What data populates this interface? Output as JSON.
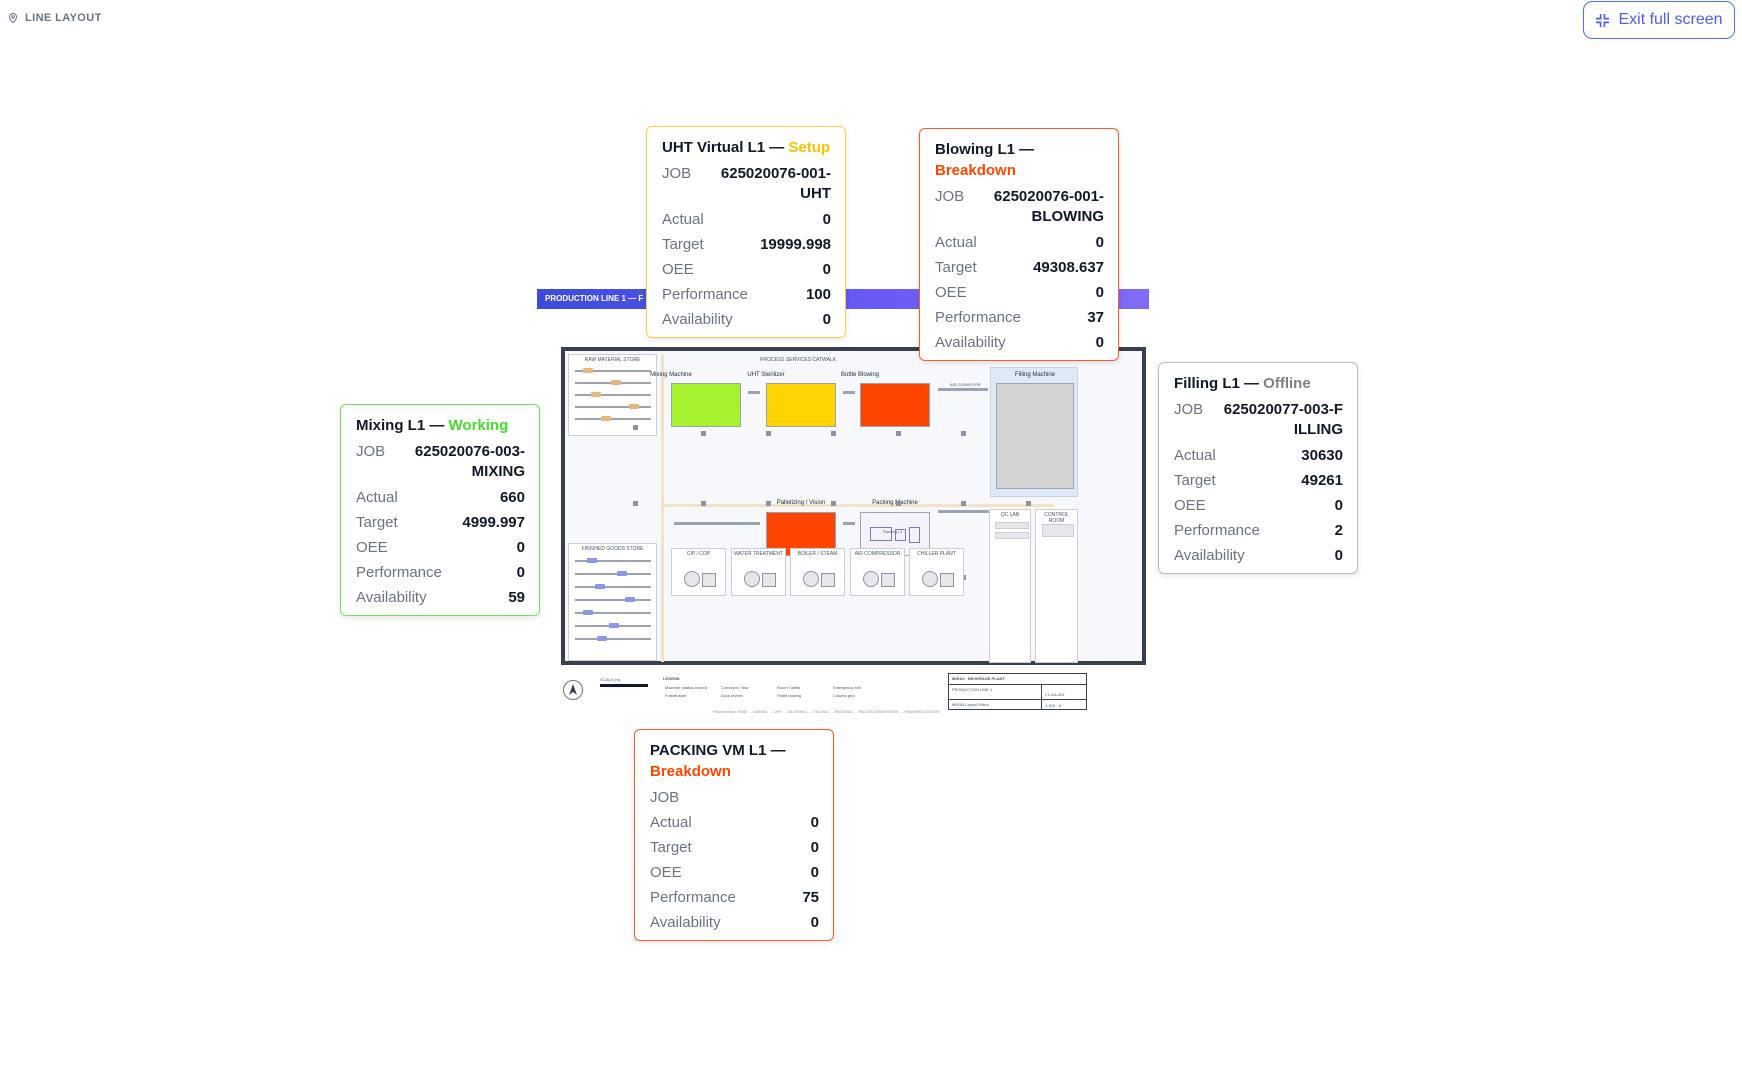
{
  "header": {
    "title": "LINE LAYOUT",
    "exit_label": "Exit full screen"
  },
  "labels": {
    "job": "JOB",
    "actual": "Actual",
    "target": "Target",
    "oee": "OEE",
    "performance": "Performance",
    "availability": "Availability"
  },
  "cards": [
    {
      "name": "UHT Virtual L1 —",
      "status": "Setup",
      "status_color": "#f5c400",
      "border_color": "#f5d24a",
      "job": "625020076-001-UHT",
      "actual": "0",
      "target": "19999.998",
      "oee": "0",
      "performance": "100",
      "availability": "0"
    },
    {
      "name": "Blowing L1 —",
      "status": "Breakdown",
      "status_color": "#ff4500",
      "border_color": "#ff5a2a",
      "job": "625020076-001-BLOWING",
      "actual": "0",
      "target": "49308.637",
      "oee": "0",
      "performance": "37",
      "availability": "0"
    },
    {
      "name": "Mixing L1 —",
      "status": "Working",
      "status_color": "#44dd2a",
      "border_color": "#6ee05a",
      "job": "625020076-003-MIXING",
      "actual": "660",
      "target": "4999.997",
      "oee": "0",
      "performance": "0",
      "availability": "59"
    },
    {
      "name": "Filling L1 —",
      "status": "Offline",
      "status_color": "#808080",
      "border_color": "#b9bcc4",
      "job": "625020077-003-FILLING",
      "actual": "30630",
      "target": "49261",
      "oee": "0",
      "performance": "2",
      "availability": "0"
    },
    {
      "name": "PACKING VM L1 —",
      "status": "Breakdown",
      "status_color": "#ff4500",
      "border_color": "#ff5a2a",
      "job": "",
      "actual": "0",
      "target": "0",
      "oee": "0",
      "performance": "75",
      "availability": "0"
    }
  ],
  "plan": {
    "banner": "PRODUCTION LINE 1 — F",
    "zones": {
      "raw": "RAW MATERIAL STORE",
      "finished": "FINISHED GOODS STORE",
      "catwalk": "PROCESS SERVICES CATWALK",
      "qc": "QC LAB",
      "control": "CONTROL ROOM"
    },
    "machines": {
      "mixing": "Mixing Machine",
      "uht": "UHT Sterilizer",
      "blowing": "Bottle Blowing",
      "filling": "Filling Machine",
      "palletizing": "Palletizing / Vision",
      "packing": "Packing Machine",
      "packing_tag": "Packing L1",
      "air_conveyor": "AIR CONVEYOR"
    },
    "machine_colors": {
      "mixing": "#a6f22e",
      "uht": "#ffd400",
      "blowing": "#ff4500",
      "filling": "#d4d4d4",
      "palletizing": "#ff4500",
      "packing": "#f4f2fb"
    },
    "utilities": [
      "CIP / COP",
      "WATER TREATMENT",
      "BOILER / STEAM",
      "AIR COMPRESSOR",
      "CHILLER PLANT"
    ],
    "legend": {
      "scale": "SCALE (m)",
      "title": "LEGEND",
      "items": [
        "Machine (status-bound)",
        "Forklift aisle",
        "Conveyor / flow",
        "Dock leveler",
        "Room / utility",
        "Pallet racking",
        "Emergency exit",
        "Column grid"
      ],
      "flow": "Process flow: RAW → MIXING → UHT → BLOWING → FILLING → PACKING → PALLETIZING/VISION → FINISHED GOODS"
    },
    "title_block": {
      "company": "MIRA3 · BEVERAGE PLANT",
      "line": "PRODUCTION LINE 1",
      "drawing_no": "L1-GA-001",
      "editor": "MIRA3 Layout Editor",
      "scale": "1:200 · A"
    }
  }
}
